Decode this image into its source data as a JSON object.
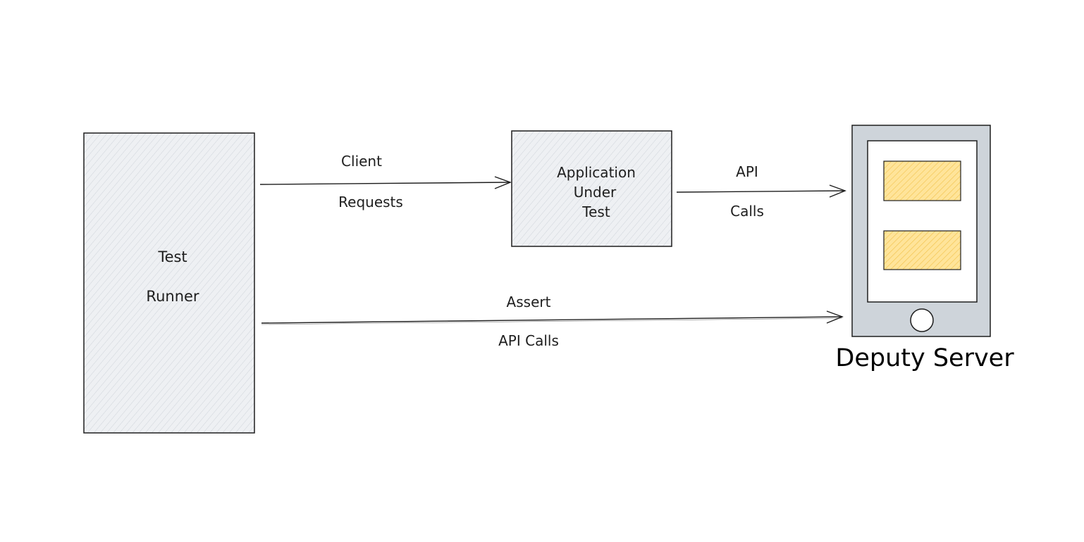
{
  "nodes": {
    "test_runner": {
      "line1": "Test",
      "line2": "Runner"
    },
    "application": {
      "line1": "Application",
      "line2": "Under",
      "line3": "Test"
    },
    "deputy_server": {
      "label": "Deputy Server"
    }
  },
  "edges": {
    "client_requests": {
      "line1": "Client",
      "line2": "Requests"
    },
    "api_calls": {
      "line1": "API",
      "line2": "Calls"
    },
    "assert_api_calls": {
      "line1": "Assert",
      "line2": "API Calls"
    }
  },
  "colors": {
    "box_fill": "#e9ecef",
    "hatch": "#ced4da",
    "stroke": "#1e1e1e",
    "device_fill": "#ced4da",
    "screen_fill": "#ffffff",
    "block_fill": "#ffec99",
    "block_hatch": "#f0c050"
  }
}
